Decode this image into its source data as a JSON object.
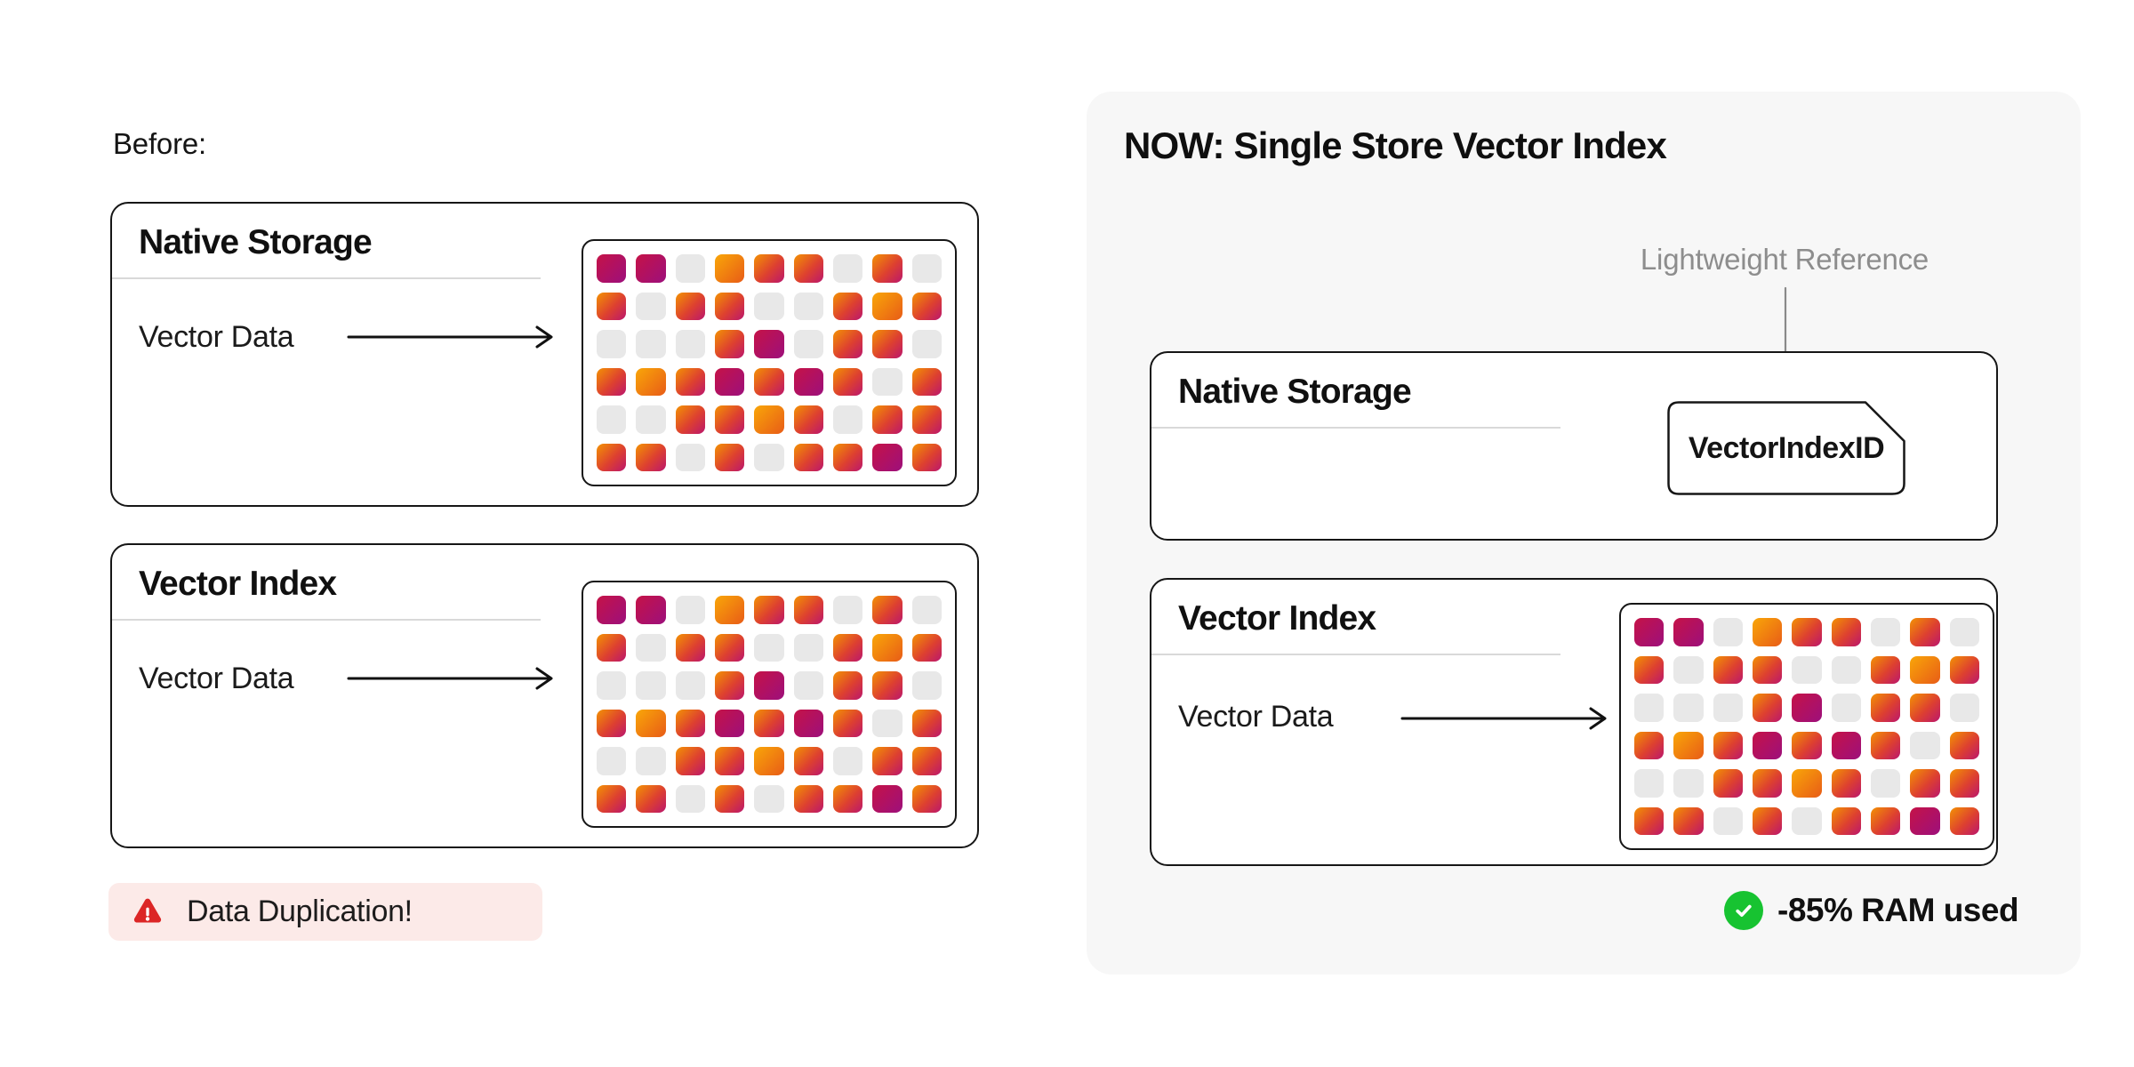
{
  "colors": {
    "text_dark": "#141414",
    "border_dark": "#161616",
    "divider": "#d9d9d9",
    "panel_bg": "#f7f7f7",
    "muted_text": "#8d8d8d",
    "warning_bg": "#fceae8",
    "warning_red": "#dc2626",
    "success_green": "#17c331",
    "arrow_black": "#111111",
    "arrow_gray": "#8a8a8a",
    "cell_0": "#e8e8e8",
    "cell_m": "linear-gradient(135deg,#c51247,#9d107c)",
    "cell_o": "linear-gradient(135deg,#f9a608,#e85c17)",
    "cell_g": "linear-gradient(135deg,#f39204,#dd4030 55%,#bb176d)"
  },
  "before_section": {
    "label": "Before:",
    "native_storage_card": {
      "title": "Native Storage",
      "row_label": "Vector Data",
      "arrow_icon": "arrow-right-icon"
    },
    "vector_index_card": {
      "title": "Vector Index",
      "row_label": "Vector Data",
      "arrow_icon": "arrow-right-icon"
    },
    "warning": {
      "text": "Data Duplication!",
      "icon": "warning-triangle-icon"
    }
  },
  "now_section": {
    "title": "NOW: Single Store Vector Index",
    "reference_label": "Lightweight Reference",
    "reference_arrow_icon": "arrow-down-icon",
    "native_storage_card": {
      "title": "Native Storage",
      "tag_label": "VectorIndexID"
    },
    "vector_index_card": {
      "title": "Vector Index",
      "row_label": "Vector Data",
      "arrow_icon": "arrow-right-icon"
    },
    "stat": {
      "text": "-85% RAM used",
      "icon": "check-circle-icon"
    }
  },
  "grid_pattern": {
    "rows": 6,
    "cols": 9,
    "legend": {
      "0": "empty-gray",
      "m": "magenta",
      "o": "orange",
      "g": "orange-magenta-gradient"
    },
    "cells": [
      [
        "m",
        "m",
        "0",
        "o",
        "g",
        "g",
        "0",
        "g",
        "0"
      ],
      [
        "g",
        "0",
        "g",
        "g",
        "0",
        "0",
        "g",
        "o",
        "g"
      ],
      [
        "0",
        "0",
        "0",
        "g",
        "m",
        "0",
        "g",
        "g",
        "0"
      ],
      [
        "g",
        "o",
        "g",
        "m",
        "g",
        "m",
        "g",
        "0",
        "g"
      ],
      [
        "0",
        "0",
        "g",
        "g",
        "o",
        "g",
        "0",
        "g",
        "g"
      ],
      [
        "g",
        "g",
        "0",
        "g",
        "0",
        "g",
        "g",
        "m",
        "g"
      ]
    ]
  }
}
